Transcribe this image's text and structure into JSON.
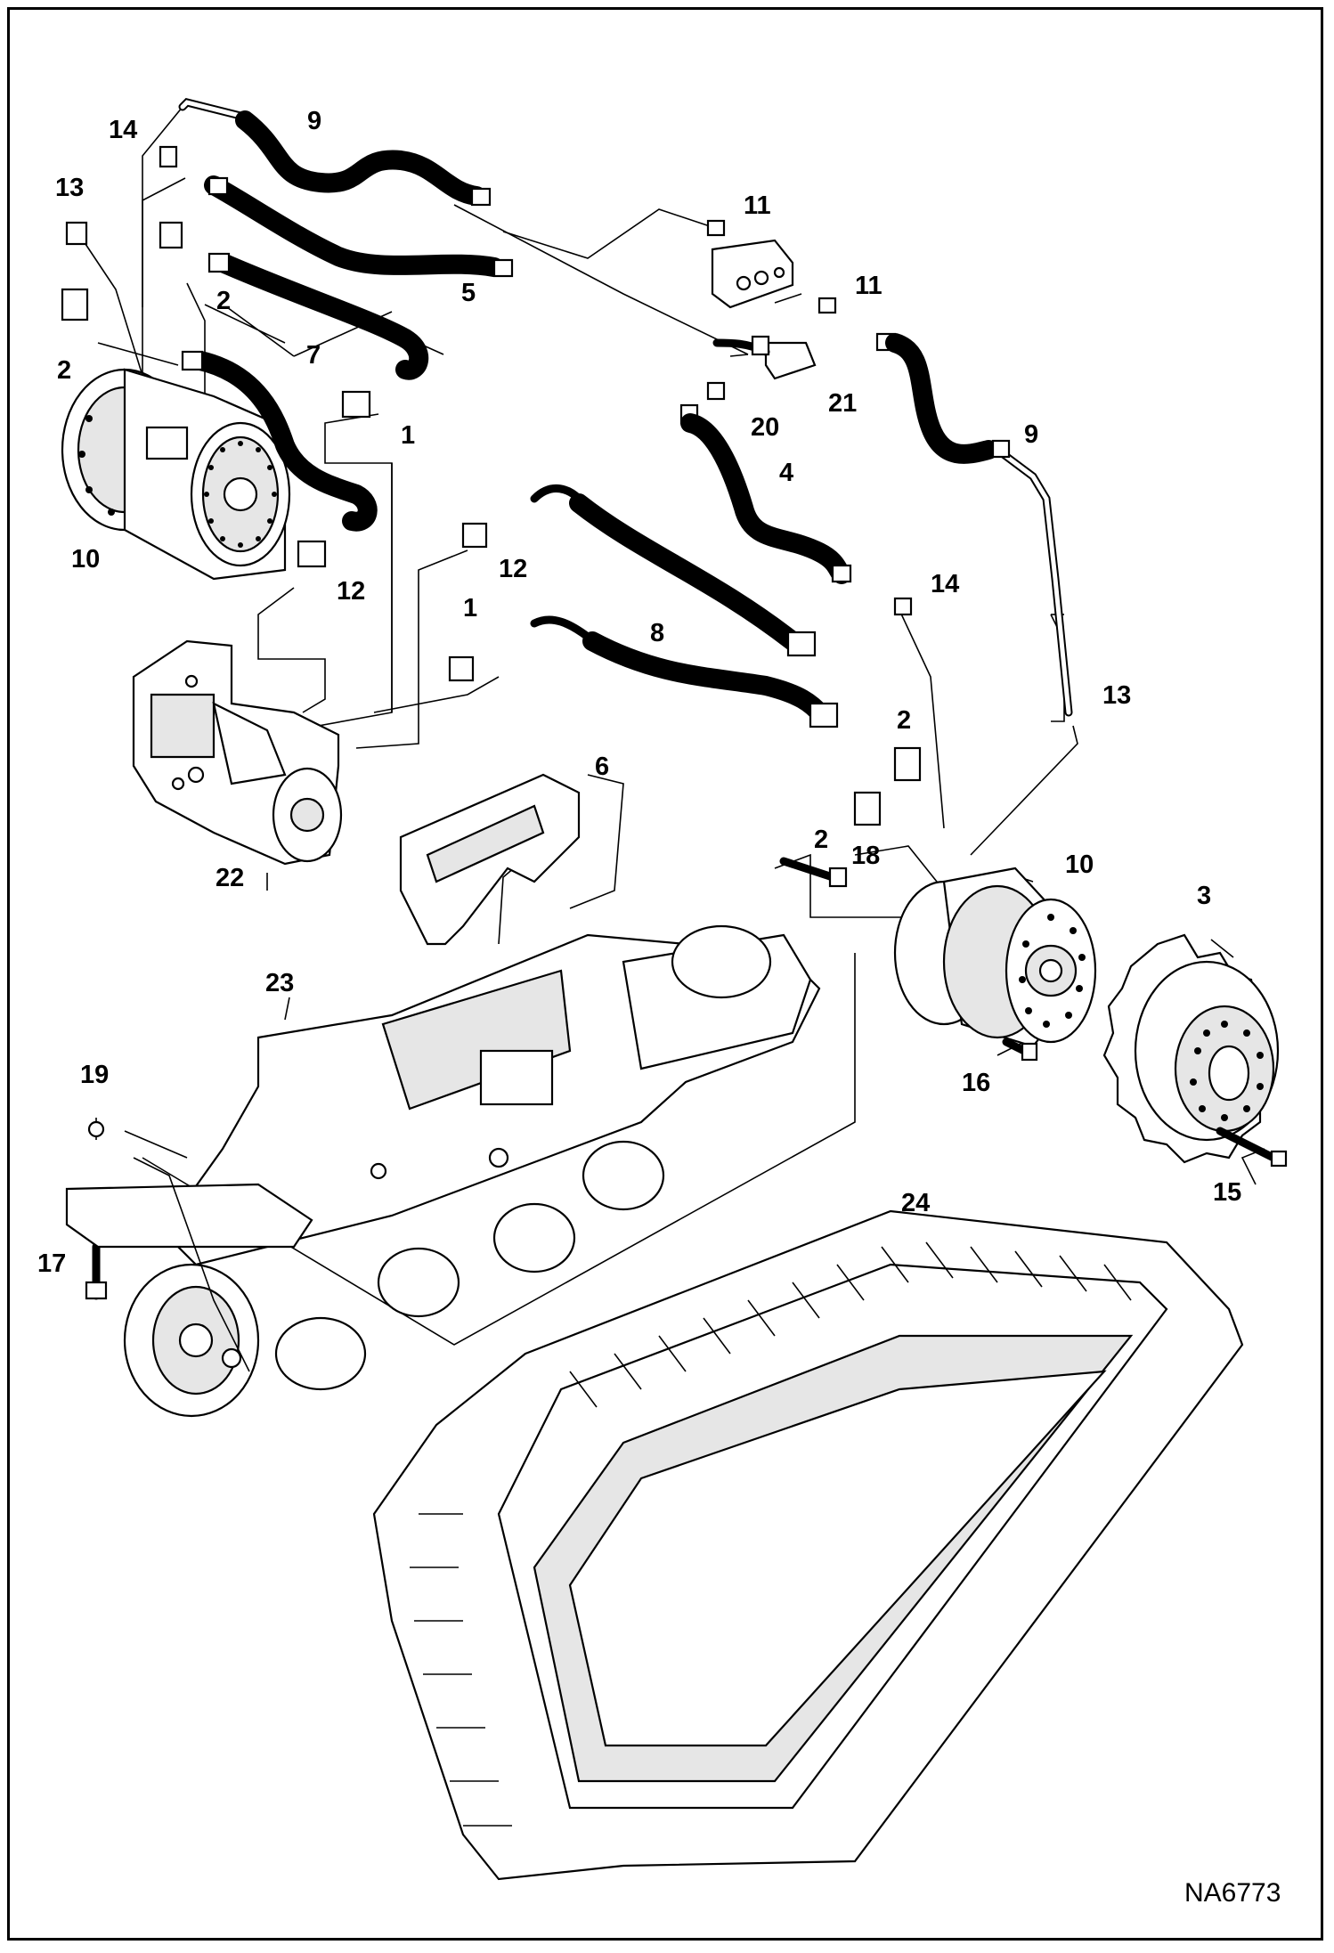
{
  "diagram": {
    "code": "NA6773",
    "callouts": [
      {
        "id": "c9a",
        "text": "9"
      },
      {
        "id": "c14a",
        "text": "14"
      },
      {
        "id": "c13a",
        "text": "13"
      },
      {
        "id": "c2a",
        "text": "2"
      },
      {
        "id": "c2b",
        "text": "2"
      },
      {
        "id": "c7",
        "text": "7"
      },
      {
        "id": "c5",
        "text": "5"
      },
      {
        "id": "c1a",
        "text": "1"
      },
      {
        "id": "c10a",
        "text": "10"
      },
      {
        "id": "c12a",
        "text": "12"
      },
      {
        "id": "c11a",
        "text": "11"
      },
      {
        "id": "c11b",
        "text": "11"
      },
      {
        "id": "c21",
        "text": "21"
      },
      {
        "id": "c20",
        "text": "20"
      },
      {
        "id": "c4",
        "text": "4"
      },
      {
        "id": "c9b",
        "text": "9"
      },
      {
        "id": "c12b",
        "text": "12"
      },
      {
        "id": "c14b",
        "text": "14"
      },
      {
        "id": "c1b",
        "text": "1"
      },
      {
        "id": "c8",
        "text": "8"
      },
      {
        "id": "c13b",
        "text": "13"
      },
      {
        "id": "c2c",
        "text": "2"
      },
      {
        "id": "c6",
        "text": "6"
      },
      {
        "id": "c2d",
        "text": "2"
      },
      {
        "id": "c18",
        "text": "18"
      },
      {
        "id": "c10b",
        "text": "10"
      },
      {
        "id": "c3",
        "text": "3"
      },
      {
        "id": "c22",
        "text": "22"
      },
      {
        "id": "c23",
        "text": "23"
      },
      {
        "id": "c16",
        "text": "16"
      },
      {
        "id": "c19",
        "text": "19"
      },
      {
        "id": "c15",
        "text": "15"
      },
      {
        "id": "c24",
        "text": "24"
      },
      {
        "id": "c17",
        "text": "17"
      }
    ]
  }
}
